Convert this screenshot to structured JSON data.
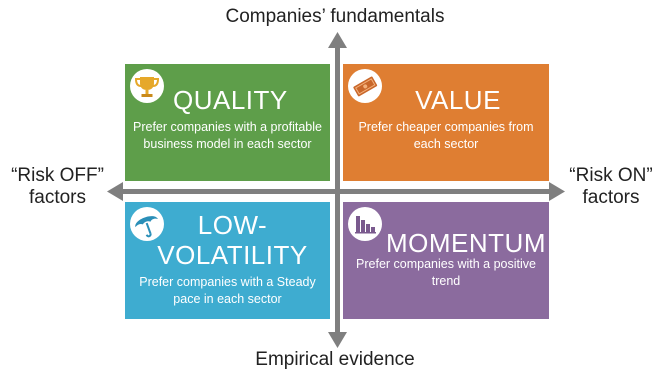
{
  "axes": {
    "top": "Companies’ fundamentals",
    "bottom": "Empirical evidence",
    "left_line1": "“Risk OFF”",
    "left_line2": "factors",
    "right_line1": "“Risk ON”",
    "right_line2": "factors"
  },
  "quadrants": {
    "quality": {
      "title": "QUALITY",
      "desc": "Prefer companies with a profitable business model in each sector",
      "color": "#5e9e4a",
      "icon": "trophy-icon"
    },
    "value": {
      "title": "VALUE",
      "desc": "Prefer cheaper companies from each sector",
      "color": "#df7e32",
      "icon": "banknote-icon"
    },
    "low_volatility": {
      "title_line1": "LOW-",
      "title_line2": "VOLATILITY",
      "desc": "Prefer companies with a Steady pace in each sector",
      "color": "#3eacd0",
      "icon": "umbrella-icon"
    },
    "momentum": {
      "title": "MOMENTUM",
      "desc": "Prefer companies with a positive trend",
      "color": "#8b6b9e",
      "icon": "bar-chart-icon"
    }
  },
  "colors": {
    "axis": "#7f7f7f",
    "text": "#222222"
  }
}
